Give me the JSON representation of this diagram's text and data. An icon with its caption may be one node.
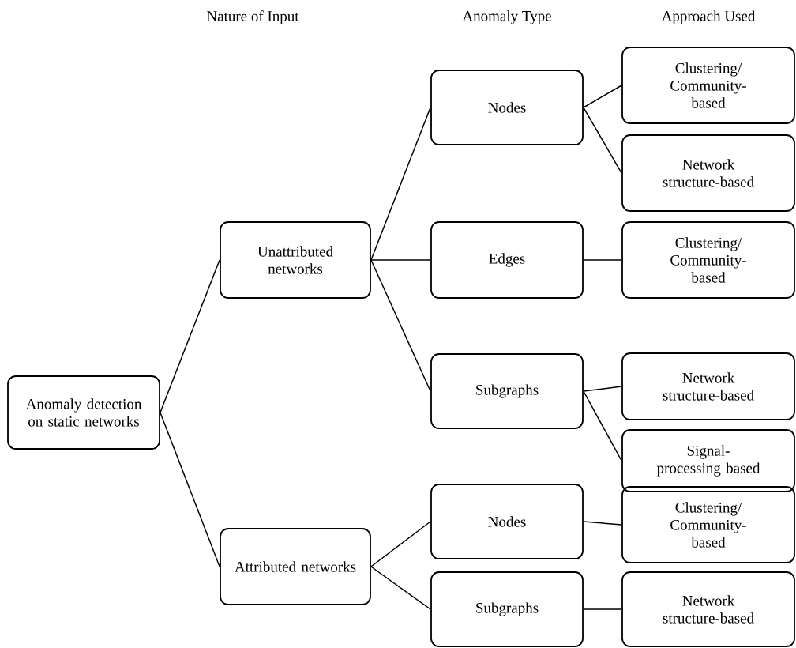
{
  "diagram": {
    "nodes": [
      {
        "text": [
          "Anomaly detection on static networks"
        ]
      },
      {
        "text": [
          "Unattributed networks"
        ]
      },
      {
        "text": [
          "Attributed networks"
        ]
      },
      {
        "text": [
          "Nodes"
        ]
      },
      {
        "text": [
          "Edges"
        ]
      },
      {
        "text": [
          "Subgraphs"
        ]
      },
      {
        "text": [
          "Nodes"
        ]
      },
      {
        "text": [
          "Subgraphs"
        ]
      },
      {
        "text": [
          "Clustering/ Community-based"
        ]
      },
      {
        "text": [
          "Network structure-based"
        ]
      },
      {
        "text": [
          "Clustering/ Community-based"
        ]
      },
      {
        "text": [
          "Network structure-based"
        ]
      },
      {
        "text": [
          "Signal-processing based"
        ]
      },
      {
        "text": [
          "Clustering/ Community-based"
        ]
      },
      {
        "text": [
          "Network structure-based"
        ]
      }
    ],
    "edges": [
      {
        "from": 0,
        "to": 1,
        "arrow": "none"
      },
      {
        "from": 0,
        "to": 2,
        "arrow": "none"
      },
      {
        "from": 1,
        "to": 3,
        "arrow": "none"
      },
      {
        "from": 1,
        "to": 4,
        "arrow": "none"
      },
      {
        "from": 1,
        "to": 5,
        "arrow": "none"
      },
      {
        "from": 2,
        "to": 6,
        "arrow": "none"
      },
      {
        "from": 2,
        "to": 7,
        "arrow": "none"
      },
      {
        "from": 3,
        "to": 8,
        "arrow": "none"
      },
      {
        "from": 3,
        "to": 9,
        "arrow": "none"
      },
      {
        "from": 4,
        "to": 10,
        "arrow": "none"
      },
      {
        "from": 5,
        "to": 11,
        "arrow": "none"
      },
      {
        "from": 5,
        "to": 12,
        "arrow": "none"
      },
      {
        "from": 6,
        "to": 13,
        "arrow": "none"
      },
      {
        "from": 7,
        "to": 14,
        "arrow": "none"
      }
    ],
    "labels": [
      "Nature of Input",
      "Anomaly Type",
      "Approach Used"
    ]
  }
}
